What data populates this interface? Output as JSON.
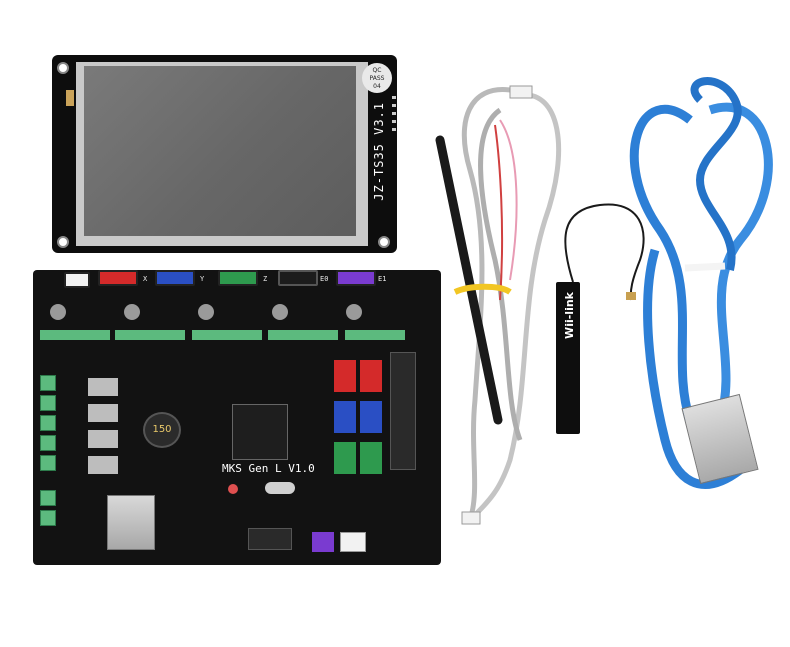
{
  "photo": {
    "display": {
      "model_label": "JZ-TS35 V3.1",
      "sticker_text": [
        "QC",
        "PASS",
        "04"
      ]
    },
    "mainboard": {
      "model_label": "MKS Gen L  V1.0",
      "inductor_marking": "150",
      "axis_labels": [
        "X",
        "Y",
        "Z",
        "E0",
        "E1"
      ],
      "connector_colors": [
        "#d42a2a",
        "#2a4fc4",
        "#2e9a4e",
        "#1c1c1c",
        "#7a3bd0"
      ]
    },
    "wifi_module": {
      "label": "Wii-link"
    },
    "cable_colors": {
      "gray_cable": "#b9b9b9",
      "usb_cable": "#2d7fd6"
    }
  }
}
